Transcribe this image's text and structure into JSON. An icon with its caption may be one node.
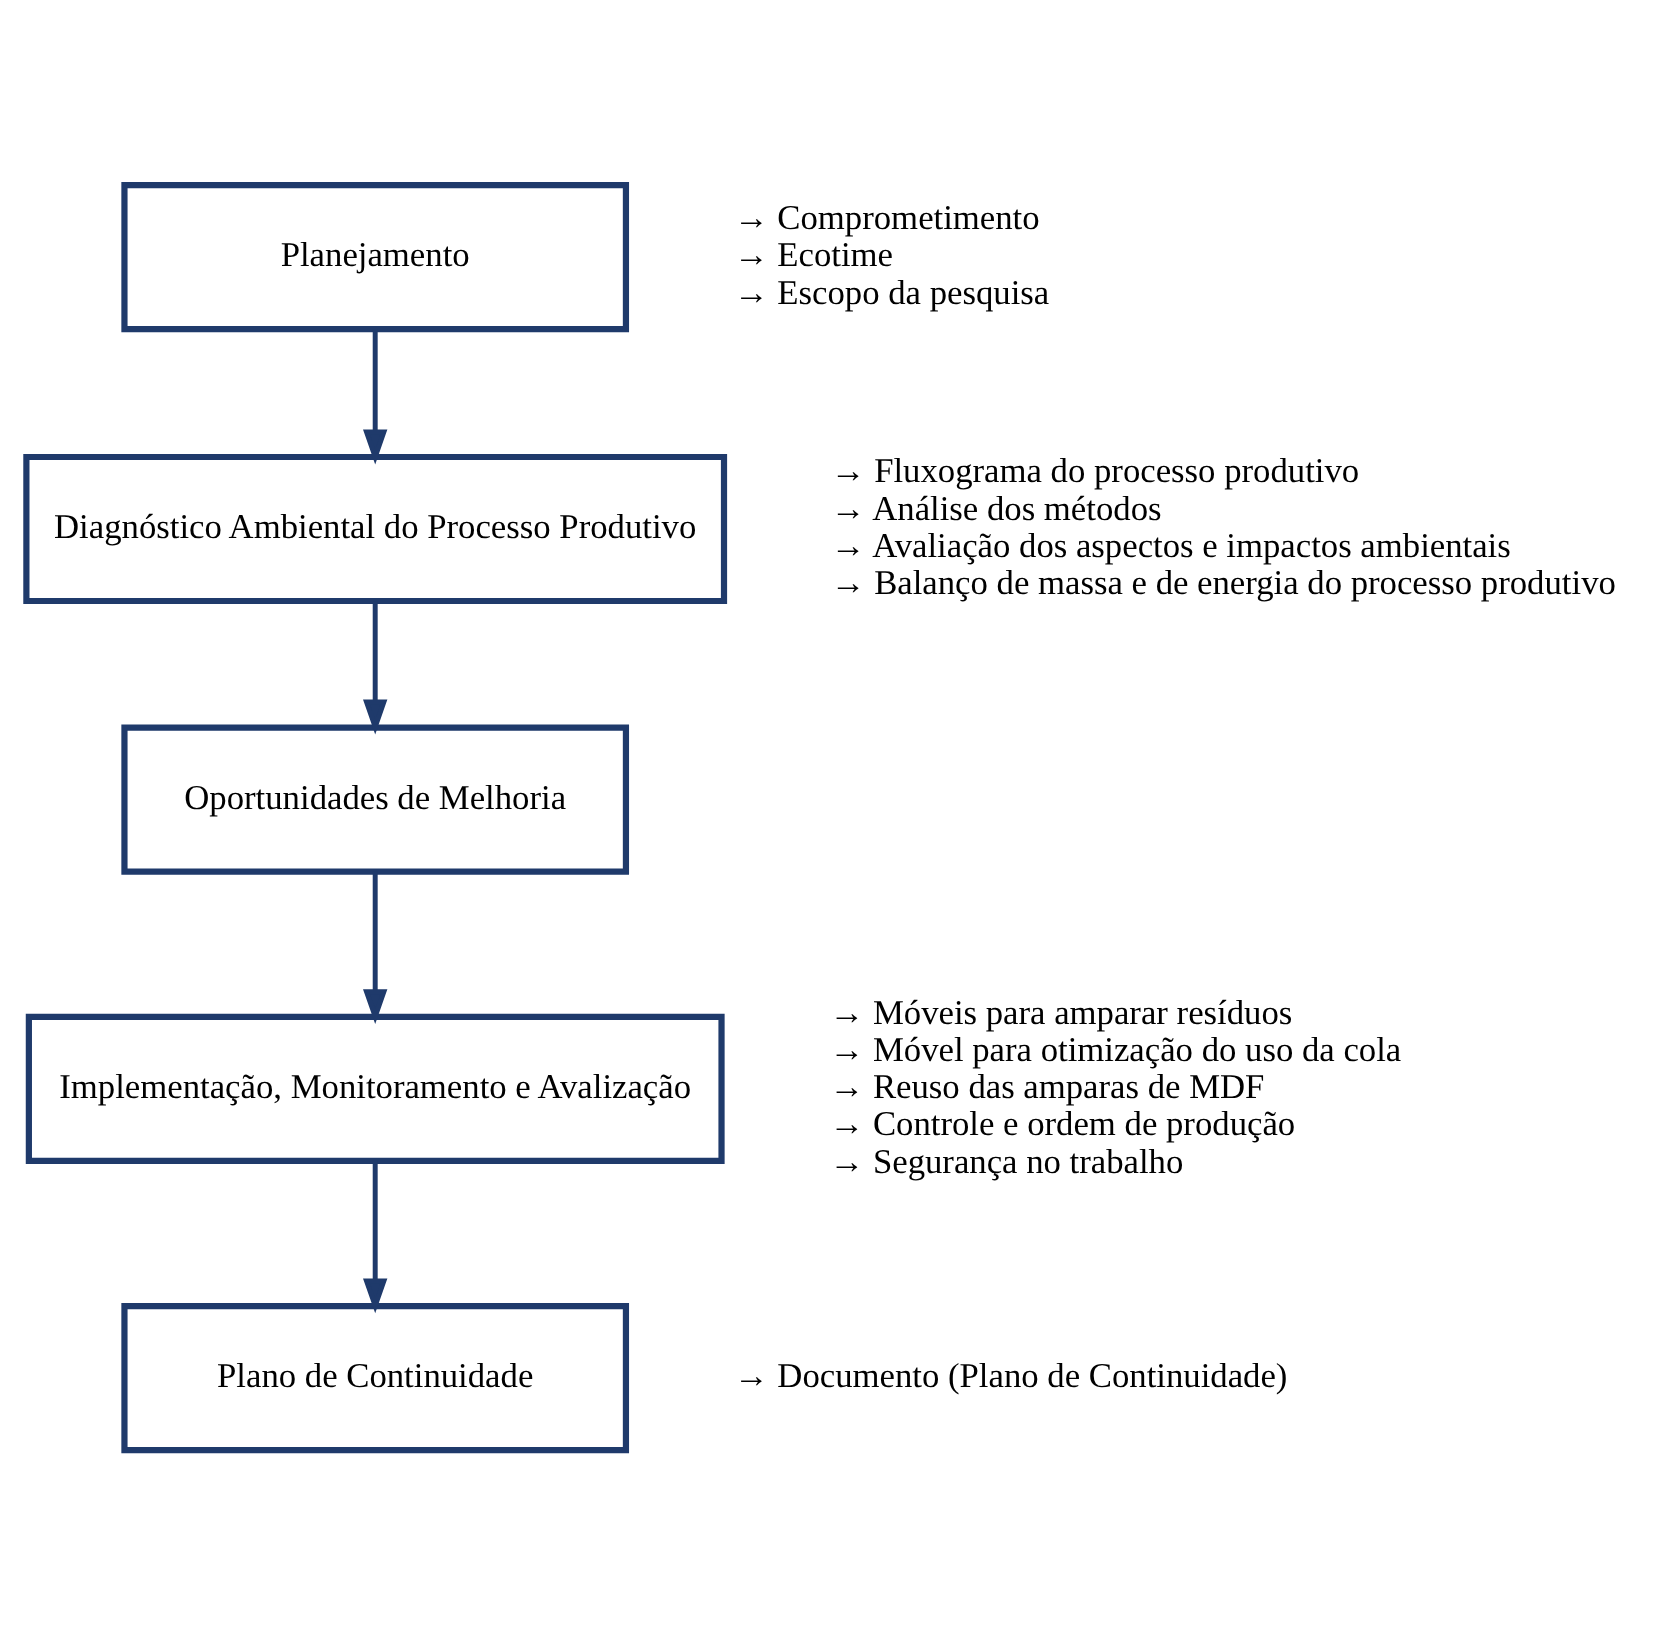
{
  "diagram": {
    "nodes": [
      {
        "text": [
          "Planejamento"
        ],
        "beside": [
          "→ Comprometimento",
          "→ Ecotime",
          "→ Escopo da pesquisa"
        ]
      },
      {
        "text": [
          "Diagnóstico Ambiental do Processo Produtivo"
        ],
        "beside": [
          "→ Fluxograma do processo produtivo",
          "→ Análise dos métodos",
          "→ Avaliação dos aspectos e impactos ambientais",
          "→ Balanço de massa e de energia do processo produtivo"
        ]
      },
      {
        "text": [
          "Oportunidades de Melhoria"
        ]
      },
      {
        "text": [
          "Implementação, Monitoramento e Avalização"
        ],
        "beside": [
          "→ Móveis para amparar resíduos",
          "→ Móvel para otimização do uso da cola",
          "→ Reuso das amparas de MDF",
          "→ Controle e ordem de produção",
          "→ Segurança no trabalho"
        ]
      },
      {
        "text": [
          "Plano de Continuidade"
        ],
        "beside": [
          "→ Documento (Plano de Continuidade)"
        ]
      }
    ],
    "edges": [
      {
        "from": 0,
        "to": 1,
        "arrow": "to"
      },
      {
        "from": 1,
        "to": 2,
        "arrow": "to"
      },
      {
        "from": 2,
        "to": 3,
        "arrow": "to"
      },
      {
        "from": 3,
        "to": 4,
        "arrow": "to"
      }
    ]
  }
}
